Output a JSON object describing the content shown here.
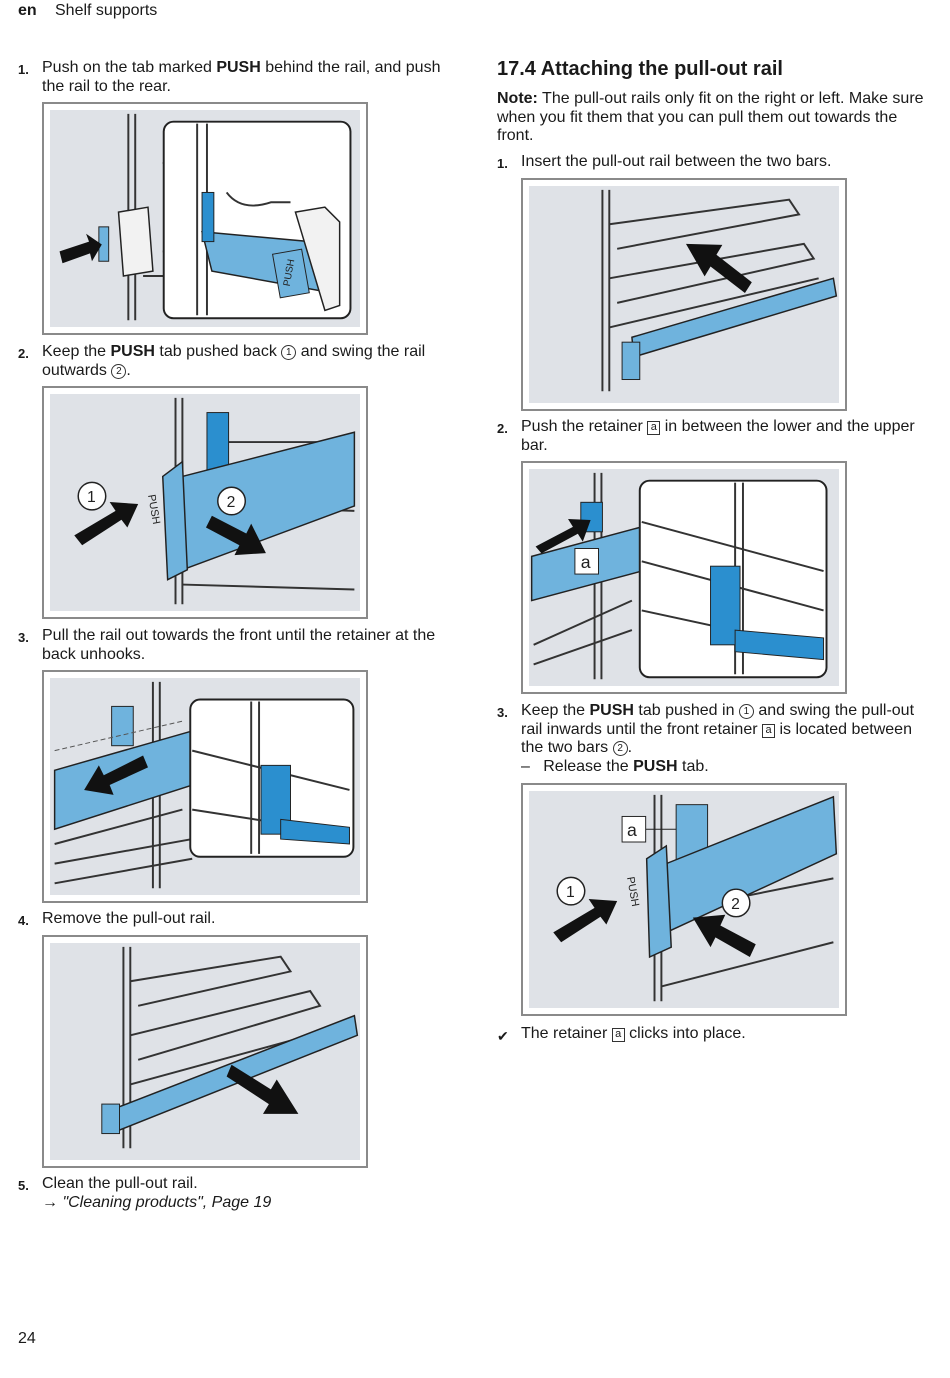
{
  "header": {
    "lang": "en",
    "section": "Shelf supports"
  },
  "page_number": "24",
  "left_steps": [
    {
      "num": "1.",
      "pre": "Push on the tab marked ",
      "bold": "PUSH",
      "post": " behind the rail, and push the rail to the rear."
    },
    {
      "num": "2.",
      "pre": "Keep the ",
      "bold": "PUSH",
      "mid": " tab pushed back ",
      "c1": "1",
      "mid2": " and swing the rail outwards ",
      "c2": "2",
      "post": "."
    },
    {
      "num": "3.",
      "text": "Pull the rail out towards the front until the retainer at the back unhooks."
    },
    {
      "num": "4.",
      "text": "Remove the pull-out rail."
    },
    {
      "num": "5.",
      "text": "Clean the pull-out rail.",
      "link": "→ \"Cleaning products\", Page 19"
    }
  ],
  "right": {
    "heading": "17.4  Attaching the pull-out rail",
    "note_label": "Note:",
    "note_text": " The pull-out rails only fit on the right or left. Make sure when you fit them that you can pull them out to­wards the front.",
    "steps": [
      {
        "num": "1.",
        "text": "Insert the pull-out rail between the two bars."
      },
      {
        "num": "2.",
        "pre": "Push the retainer ",
        "a": "a",
        "post": " in between the lower and the upper bar."
      },
      {
        "num": "3.",
        "pre": "Keep the ",
        "bold": "PUSH",
        "mid": " tab pushed in ",
        "c1": "1",
        "mid2": " and swing the pull-out rail inwards until the front retainer ",
        "a": "a",
        "mid3": " is located between the two bars ",
        "c2": "2",
        "post": ".",
        "sub_dash": "–",
        "sub_pre": "Release the ",
        "sub_bold": "PUSH",
        "sub_post": " tab."
      }
    ],
    "result_pre": "The retainer ",
    "result_a": "a",
    "result_post": " clicks into place."
  },
  "figure_labels": {
    "push": "PUSH",
    "one": "1",
    "two": "2",
    "a": "a"
  },
  "colors": {
    "rail_blue": "#6fb3dd",
    "rail_dark": "#2b8fcf",
    "figure_bg": "#dfe2e7"
  }
}
